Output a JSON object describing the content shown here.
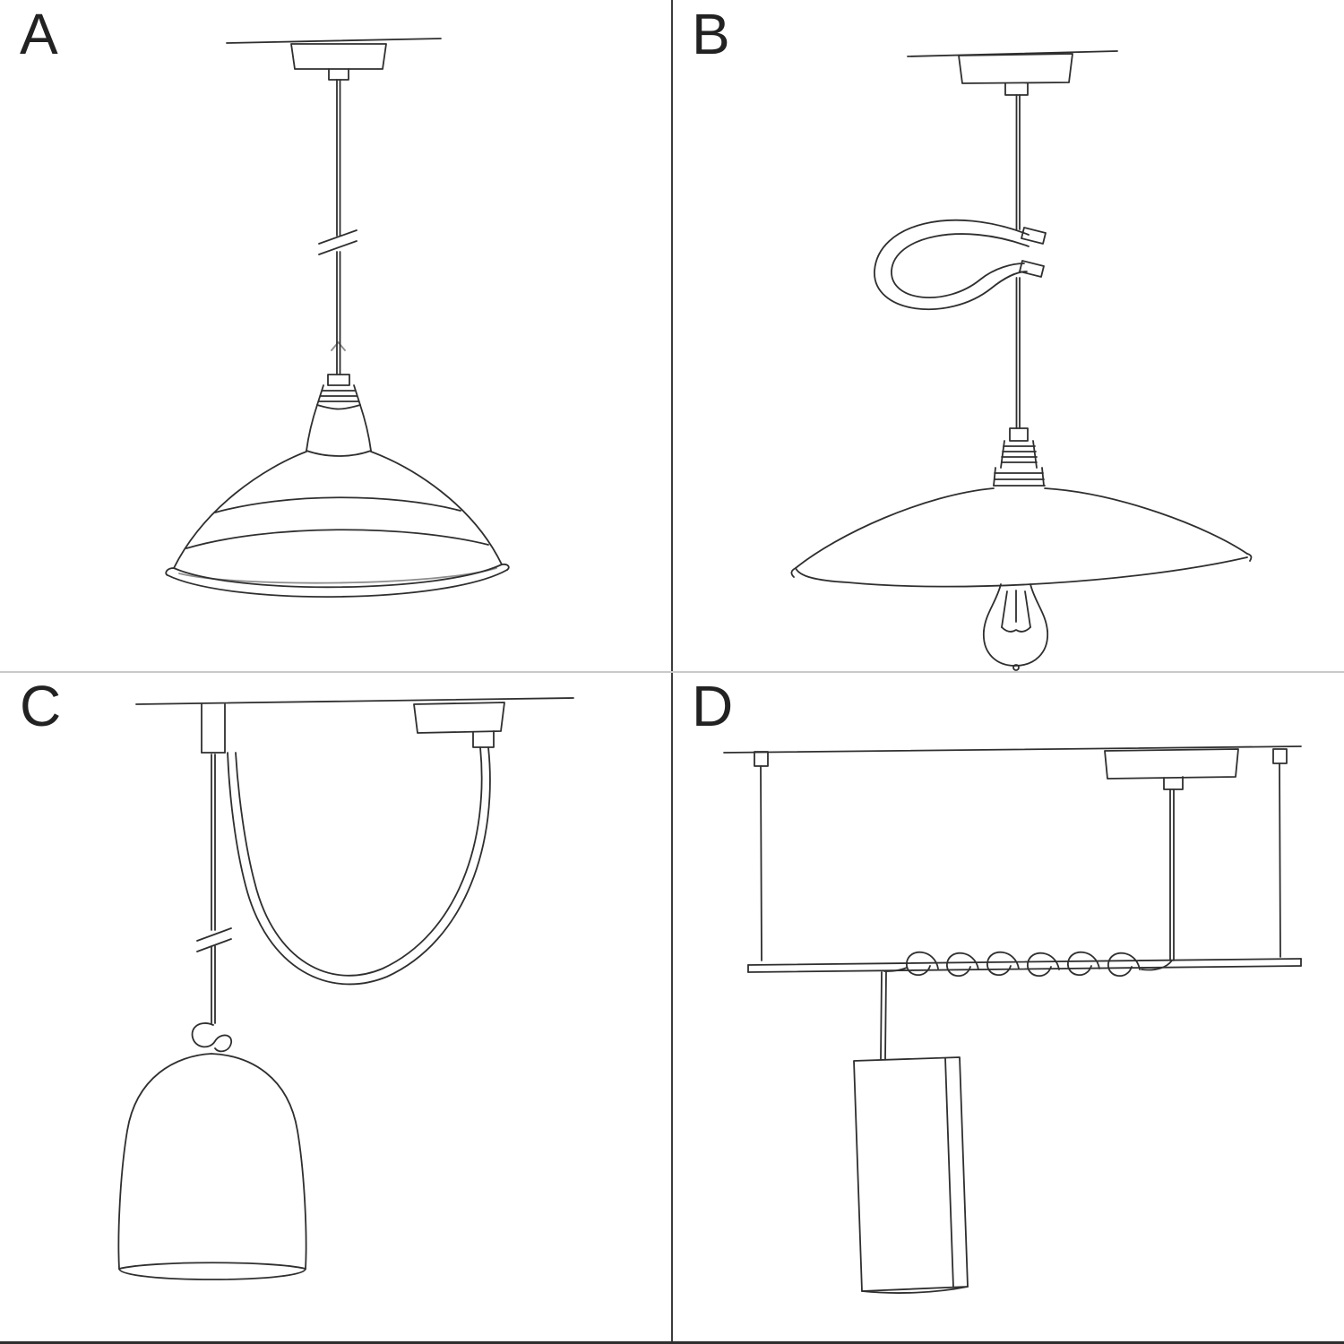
{
  "page": {
    "background": "#ffffff",
    "ink_color": "#2f2f2f",
    "divider_vertical_color": "#3c3c3c",
    "divider_horizontal_color": "#c9c9c9"
  },
  "panels": [
    {
      "label": "A",
      "name": "straight-drop-pendant-with-industrial-bowl-shade"
    },
    {
      "label": "B",
      "name": "pendant-with-decorative-cable-loop-flat-plate-shade-and-bulb"
    },
    {
      "label": "C",
      "name": "swag-pendant-over-hook-with-knot-and-bell-shade"
    },
    {
      "label": "D",
      "name": "suspended-bar-with-coiled-cable-and-tube-shade"
    }
  ]
}
